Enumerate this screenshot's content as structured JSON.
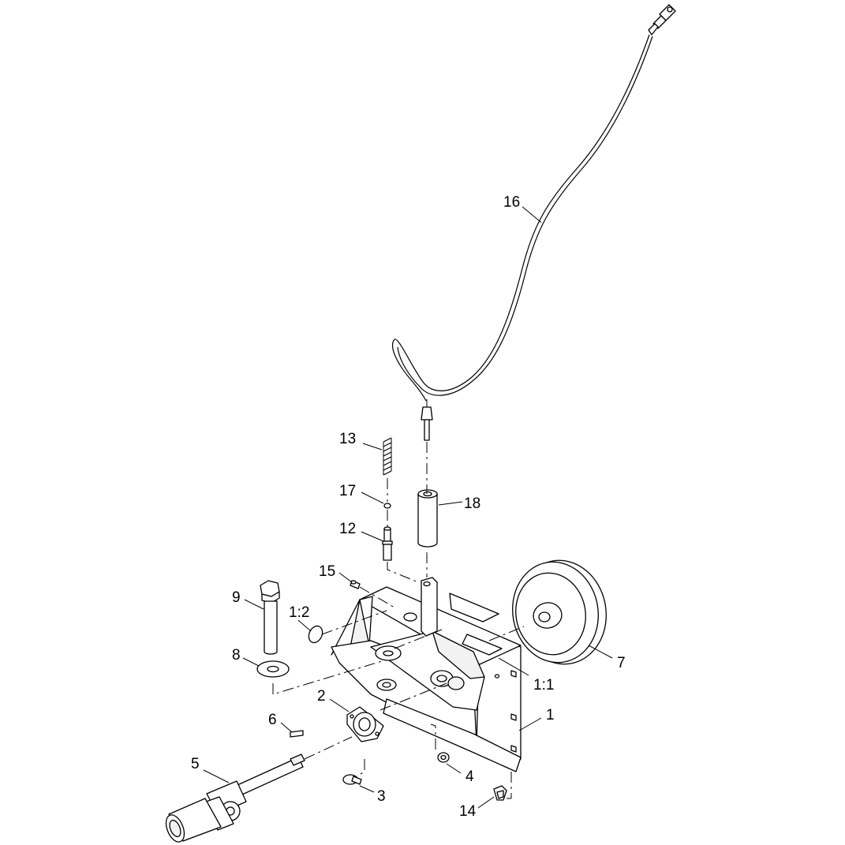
{
  "callouts": {
    "c1": "1",
    "c1_1": "1:1",
    "c1_2": "1:2",
    "c2": "2",
    "c3": "3",
    "c4": "4",
    "c5": "5",
    "c6": "6",
    "c7": "7",
    "c8": "8",
    "c9": "9",
    "c12": "12",
    "c13": "13",
    "c14": "14",
    "c15": "15",
    "c16": "16",
    "c17": "17",
    "c18": "18"
  }
}
